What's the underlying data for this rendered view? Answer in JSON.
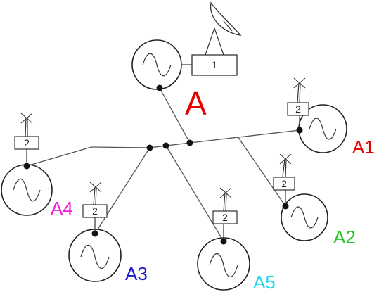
{
  "diagram": {
    "center_label": {
      "text": "A",
      "color": "#e60000"
    },
    "center_box": "1",
    "nodes": [
      {
        "label": "A1",
        "color": "#e60000",
        "box": "2"
      },
      {
        "label": "A2",
        "color": "#22c51d",
        "box": "2"
      },
      {
        "label": "A3",
        "color": "#1a1acc",
        "box": "2"
      },
      {
        "label": "A4",
        "color": "#f01ad8",
        "box": "2"
      },
      {
        "label": "A5",
        "color": "#22d8ee",
        "box": "2"
      }
    ]
  }
}
